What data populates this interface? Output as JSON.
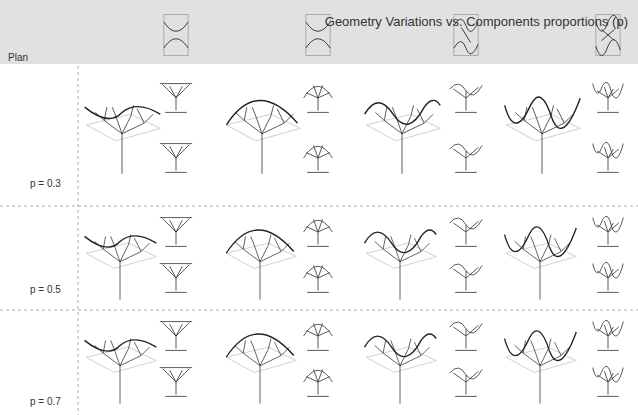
{
  "diagram": {
    "title": "Geometry Variations vs. Components proportions (p)",
    "labels": [
      "Plan",
      "p = 0.3",
      "p = 0.5",
      "p = 0.7"
    ]
  }
}
